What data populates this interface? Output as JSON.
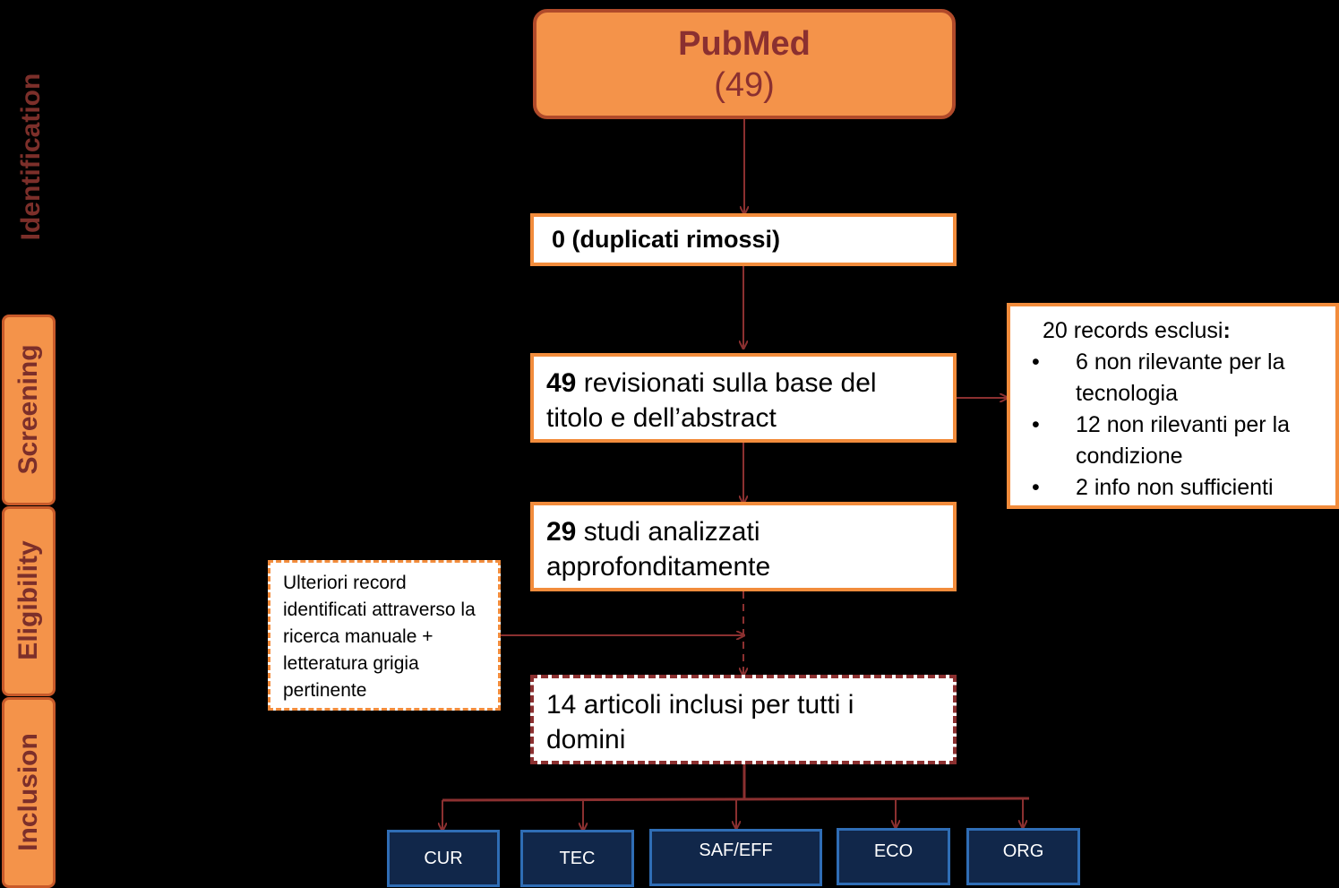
{
  "phases": {
    "identification": "Identification",
    "screening": "Screening",
    "eligibility": "Eligibility",
    "inclusion": "Inclusion"
  },
  "source": {
    "name": "PubMed",
    "count": "(49)"
  },
  "duplicates": {
    "text": "0 (duplicati rimossi)"
  },
  "screened": {
    "number": "49",
    "text": " revisionati sulla base del titolo e dell’abstract"
  },
  "excluded": {
    "title": "20 records esclusi",
    "title_colon": ":",
    "items": [
      "6 non rilevante per la tecnologia",
      "12 non rilevanti per la condizione",
      "2 info non sufficienti"
    ]
  },
  "analyzed": {
    "number": "29",
    "text": " studi analizzati approfonditamente"
  },
  "additional": {
    "text": "Ulteriori record identificati attraverso la ricerca manuale + letteratura grigia pertinente"
  },
  "included": {
    "text": "14 articoli inclusi per tutti i domini"
  },
  "domains": [
    "CUR",
    "TEC",
    "SAF/EFF",
    "ECO",
    "ORG"
  ],
  "colors": {
    "accent_orange": "#f4934a",
    "arrow": "#8b3030",
    "label_text": "#7c2f2a",
    "domain_fill": "#11274a",
    "domain_border": "#2f6db5"
  }
}
